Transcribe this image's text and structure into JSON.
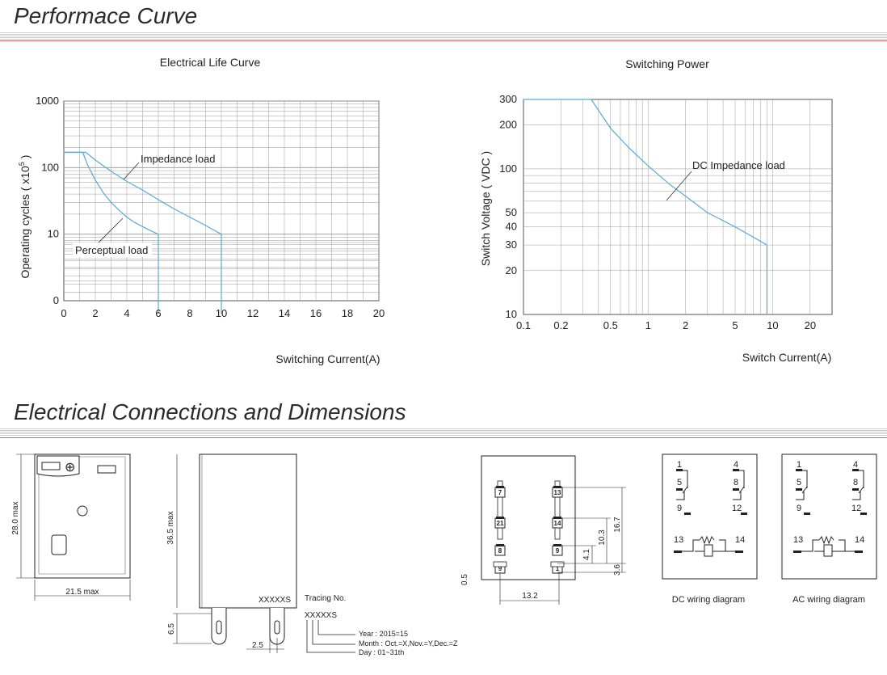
{
  "sections": {
    "performance_title": "Performace Curve",
    "connections_title": "Electrical Connections and Dimensions"
  },
  "colors": {
    "curve": "#5aa9d6",
    "grid": "#9a9a9a",
    "axis": "#555555",
    "rule_red": "#e06060"
  },
  "chart_data": [
    {
      "type": "line",
      "title": "Electrical Life Curve",
      "xlabel": "Switching Current(A)",
      "ylabel_main": "Operating cycles ( x10",
      "ylabel_sup": "5",
      "ylabel_end": " )",
      "x_ticks": [
        "0",
        "2",
        "4",
        "6",
        "8",
        "10",
        "12",
        "14",
        "16",
        "18",
        "20"
      ],
      "y_ticks": [
        "0",
        "10",
        "100",
        "1000"
      ],
      "xlim": [
        0,
        20
      ],
      "yscale": "log",
      "series": [
        {
          "name": "Impedance load",
          "x": [
            0,
            1.4,
            2,
            3,
            4,
            5,
            6,
            7,
            8,
            9,
            10,
            10
          ],
          "y": [
            170,
            170,
            130,
            88,
            62,
            46,
            33,
            24,
            18,
            13.5,
            10,
            0.5
          ]
        },
        {
          "name": "Perceptual load",
          "x": [
            0,
            1.2,
            1.5,
            2,
            2.5,
            3,
            3.5,
            4,
            4.5,
            5,
            5.5,
            6,
            6
          ],
          "y": [
            170,
            170,
            110,
            65,
            42,
            30,
            23,
            18,
            15,
            13,
            11.3,
            10,
            0.5
          ]
        }
      ],
      "annotations": [
        "Impedance load",
        "Perceptual load"
      ]
    },
    {
      "type": "line",
      "title": "Switching Power",
      "xlabel": "Switch Current(A)",
      "ylabel": "Switch Voltage ( VDC )",
      "xscale": "log",
      "yscale": "log",
      "xlim": [
        0.1,
        30
      ],
      "ylim": [
        10,
        300
      ],
      "x_ticks": [
        "0.1",
        "0.2",
        "0.5",
        "1",
        "2",
        "5",
        "10",
        "20"
      ],
      "y_ticks": [
        "10",
        "20",
        "30",
        "40",
        "50",
        "100",
        "200",
        "300"
      ],
      "series": [
        {
          "name": "DC Impedance load",
          "x": [
            0.1,
            0.35,
            0.5,
            0.7,
            1,
            1.5,
            2,
            3,
            5,
            7,
            9,
            9
          ],
          "y": [
            300,
            300,
            190,
            140,
            105,
            78,
            65,
            50,
            40,
            34,
            30,
            10
          ]
        }
      ],
      "annotations": [
        "DC Impedance load"
      ]
    }
  ],
  "dimensions": {
    "front_height": "28.0 max",
    "front_width": "21.5 max",
    "side_height": "36.5 max",
    "side_mark": "XXXXXS",
    "pin_length": "6.5",
    "pin_pitch": "2.5",
    "pcb_offset": "0.5",
    "pcb_h1": "16.7",
    "pcb_h2": "10.3",
    "pcb_h3": "4.1",
    "pcb_h4": "3.6",
    "pcb_width": "13.2"
  },
  "tracing": {
    "label": "Tracing No.",
    "code": "XXXXXS",
    "year": "Year  :  2015=15",
    "month": "Month :  Oct.=X,Nov.=Y,Dec.=Z",
    "day": "Day   :  01~31th"
  },
  "pins": {
    "left": [
      "7",
      "21",
      "8",
      "9"
    ],
    "right": [
      "13",
      "14",
      "9",
      "1"
    ]
  },
  "wiring": {
    "dc_label": "DC wiring diagram",
    "ac_label": "AC wiring diagram",
    "terminals": [
      "1",
      "4",
      "5",
      "8",
      "9",
      "12",
      "13",
      "14"
    ]
  }
}
